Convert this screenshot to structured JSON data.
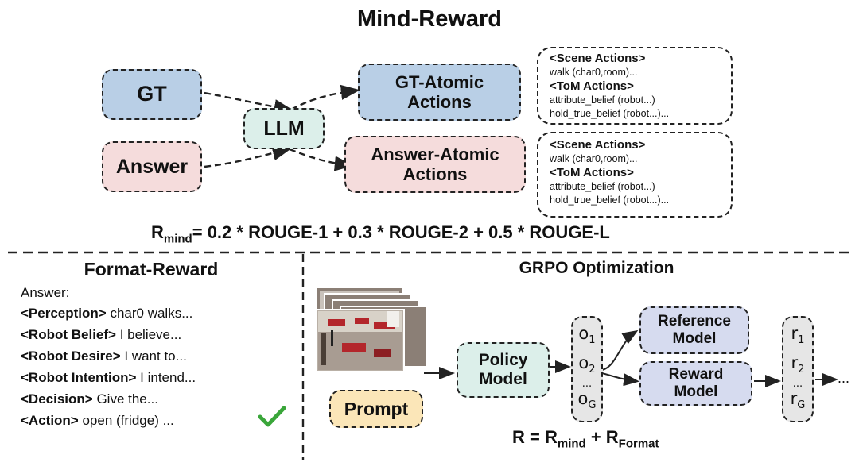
{
  "mind_reward": {
    "title": "Mind-Reward",
    "gt": "GT",
    "answer": "Answer",
    "llm": "LLM",
    "gt_atomic_l1": "GT-Atomic",
    "gt_atomic_l2": "Actions",
    "answer_atomic_l1": "Answer-Atomic",
    "answer_atomic_l2": "Actions",
    "gt_actions": {
      "scene_header": "<Scene Actions>",
      "scene_item": "walk (char0,room)...",
      "tom_header": "<ToM Actions>",
      "tom_item1": "attribute_belief (robot...)",
      "tom_item2": "hold_true_belief (robot...)..."
    },
    "answer_actions": {
      "scene_header": "<Scene Actions>",
      "scene_item": "walk (char0,room)...",
      "tom_header": "<ToM Actions>",
      "tom_item1": "attribute_belief (robot...)",
      "tom_item2": "hold_true_belief (robot...)..."
    },
    "formula_r": "R",
    "formula_sub": "mind",
    "formula_rest": "= 0.2 * ROUGE-1 + 0.3 * ROUGE-2 + 0.5 * ROUGE-L"
  },
  "format_reward": {
    "title": "Format-Reward",
    "answer_label": "Answer:",
    "lines": [
      {
        "tag": "<Perception>",
        "text": " char0 walks..."
      },
      {
        "tag": "<Robot Belief>",
        "text": " I believe..."
      },
      {
        "tag": "<Robot Desire>",
        "text": " I want to..."
      },
      {
        "tag": "<Robot Intention>",
        "text": " I intend..."
      },
      {
        "tag": "<Decision>",
        "text": " Give the..."
      },
      {
        "tag": "<Action>",
        "text": " open (fridge) ..."
      }
    ],
    "check_icon": "check-icon"
  },
  "grpo": {
    "title": "GRPO Optimization",
    "prompt": "Prompt",
    "policy_l1": "Policy",
    "policy_l2": "Model",
    "reference_l1": "Reference",
    "reference_l2": "Model",
    "reward_l1": "Reward",
    "reward_l2": "Model",
    "o1": "o",
    "o1_sub": "1",
    "o2": "o",
    "o2_sub": "2",
    "o_dots": "...",
    "og": "o",
    "og_sub": "G",
    "r1": "r",
    "r1_sub": "1",
    "r2": "r",
    "r2_sub": "2",
    "r_dots": "...",
    "rg": "r",
    "rg_sub": "G",
    "trailing": "...",
    "formula": {
      "r": "R = R",
      "mind_sub": "mind",
      "plus": " + R",
      "format_sub": "Format"
    }
  },
  "colors": {
    "blue": "#b9cfe6",
    "pink": "#f5dcdc",
    "mint": "#dcefea",
    "lavender": "#d6dbef",
    "gray": "#e6e6e6",
    "yellow": "#fbe6b8",
    "check": "#3aa63a"
  }
}
